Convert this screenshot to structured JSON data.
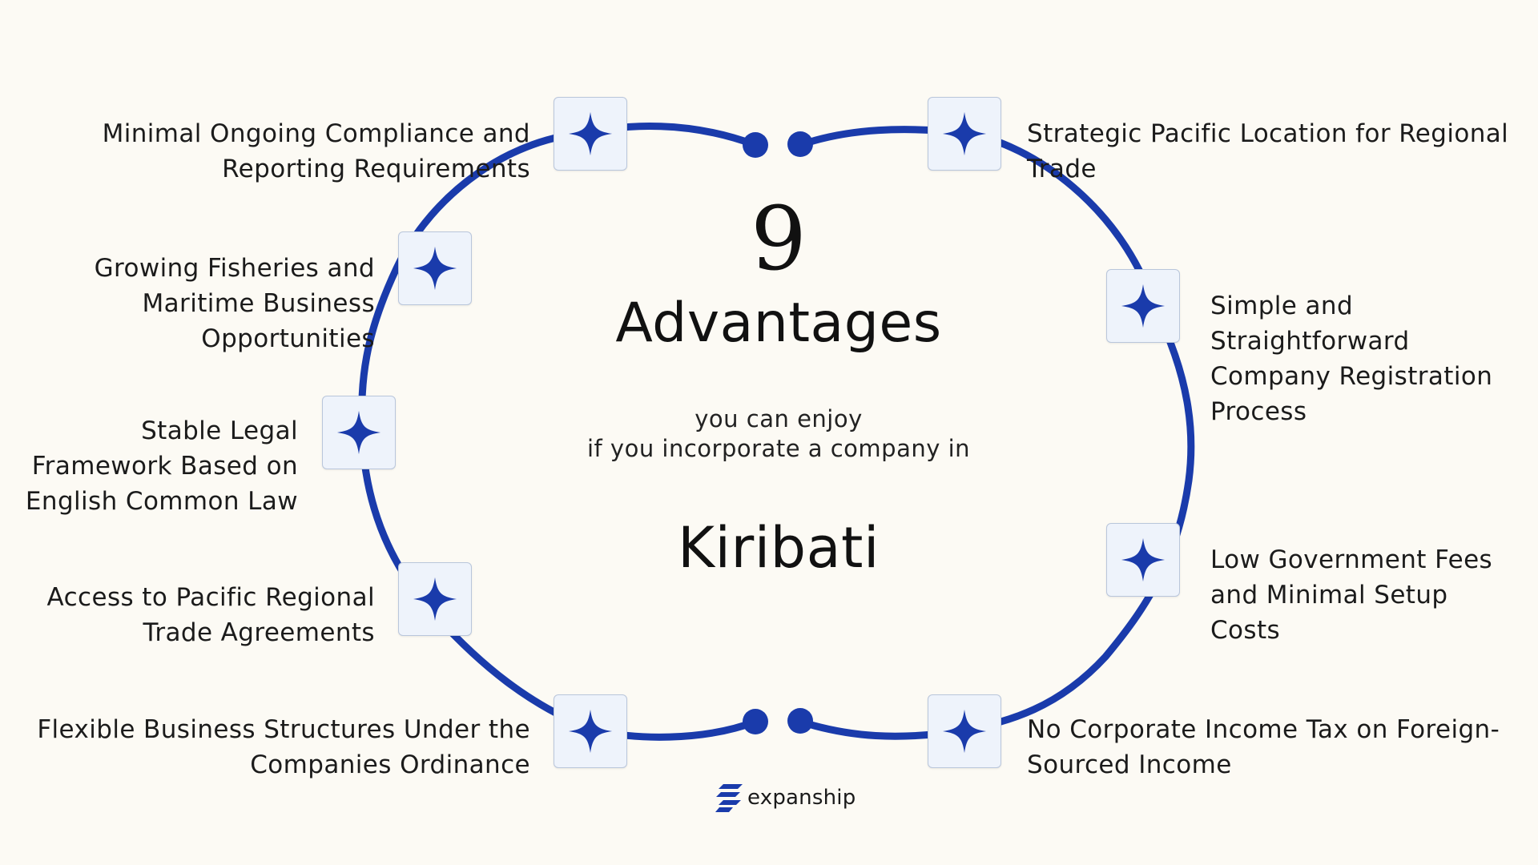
{
  "center": {
    "count": "9",
    "headline": "Advantages",
    "subtitle_line1": "you can enjoy",
    "subtitle_line2": "if you incorporate a company in",
    "country": "Kiribati"
  },
  "advantages": [
    {
      "text": "Strategic Pacific Location for Regional Trade"
    },
    {
      "text": "Simple and Straightforward Company Registration Process"
    },
    {
      "text": "Low Government Fees and Minimal Setup Costs"
    },
    {
      "text": "No Corporate Income Tax on Foreign-Sourced Income"
    },
    {
      "text": "Flexible Business Structures Under the Companies Ordinance"
    },
    {
      "text": "Access to Pacific Regional Trade Agreements"
    },
    {
      "text": "Stable Legal Framework Based on English Common Law"
    },
    {
      "text": "Growing Fisheries and Maritime Business Opportunities"
    },
    {
      "text": "Minimal Ongoing Compliance and Reporting Requirements"
    }
  ],
  "brand": {
    "name": "expanship"
  },
  "colors": {
    "accent": "#1a3bab",
    "background": "#fcfaf4",
    "tile": "#eef3fb",
    "tile_border": "#b9c6db",
    "text": "#1b1b1b"
  },
  "icons": {
    "node": "four-point-star-icon",
    "brand": "expanship-logo-icon"
  }
}
